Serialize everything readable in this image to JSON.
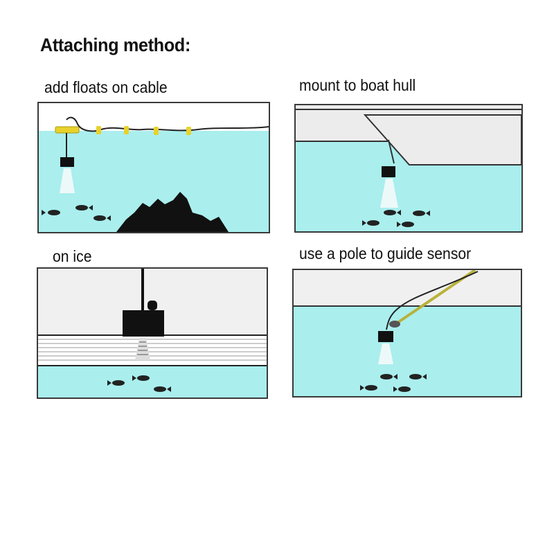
{
  "title": "Attaching method:",
  "panels": [
    {
      "caption": "add floats on cable"
    },
    {
      "caption": "mount to boat hull"
    },
    {
      "caption": "on ice"
    },
    {
      "caption": "use a pole to guide sensor"
    }
  ],
  "colors": {
    "water": "#aaeeee",
    "air": "#f0f0f0",
    "ice": "#ffffff",
    "float": "#e8d22a",
    "sensor": "#111111",
    "rock": "#111111",
    "fish": "#222222",
    "pole": "#b8b23a"
  }
}
